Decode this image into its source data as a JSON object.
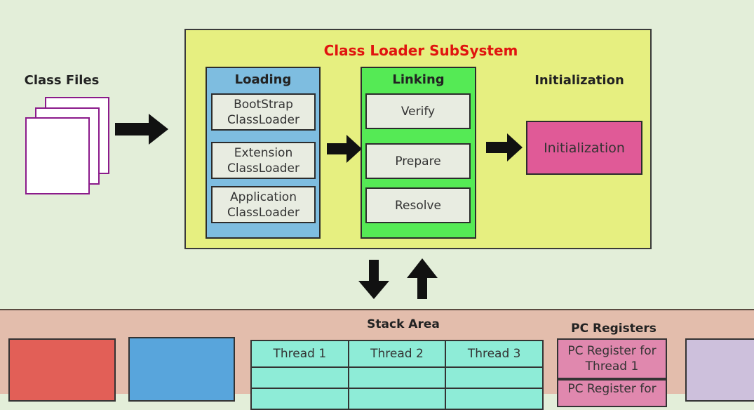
{
  "class_files": {
    "label": "Class Files"
  },
  "subsystem": {
    "title": "Class Loader SubSystem",
    "loading": {
      "title": "Loading",
      "items": [
        {
          "line1": "BootStrap",
          "line2": "ClassLoader"
        },
        {
          "line1": "Extension",
          "line2": "ClassLoader"
        },
        {
          "line1": "Application",
          "line2": "ClassLoader"
        }
      ]
    },
    "linking": {
      "title": "Linking",
      "items": [
        "Verify",
        "Prepare",
        "Resolve"
      ]
    },
    "initialization": {
      "title": "Initialization",
      "box_label": "Initialization"
    }
  },
  "runtime": {
    "stack_area": {
      "title": "Stack Area",
      "columns": [
        "Thread 1",
        "Thread 2",
        "Thread 3"
      ]
    },
    "pc_registers": {
      "title": "PC Registers",
      "items": [
        {
          "line1": "PC Register for",
          "line2": "Thread 1"
        },
        {
          "line1": "PC Register for",
          "line2": ""
        }
      ]
    }
  },
  "colors": {
    "background": "#e3eed9",
    "subsystem": "#e6ef80",
    "subsystem_title": "#e0140f",
    "loading": "#7ebde0",
    "linking": "#55ea55",
    "initialization": "#e05a97",
    "runtime": "#e3bdac",
    "method_area": "#e25f57",
    "heap_area": "#58a5dc",
    "stack_area": "#8eecd7",
    "pc_registers": "#e088ae",
    "native_stack": "#cdc0dc",
    "file_border": "#8b1a8b"
  },
  "icons": [
    "document-stack-icon",
    "arrow-right-icon",
    "arrow-down-icon",
    "arrow-up-icon"
  ]
}
